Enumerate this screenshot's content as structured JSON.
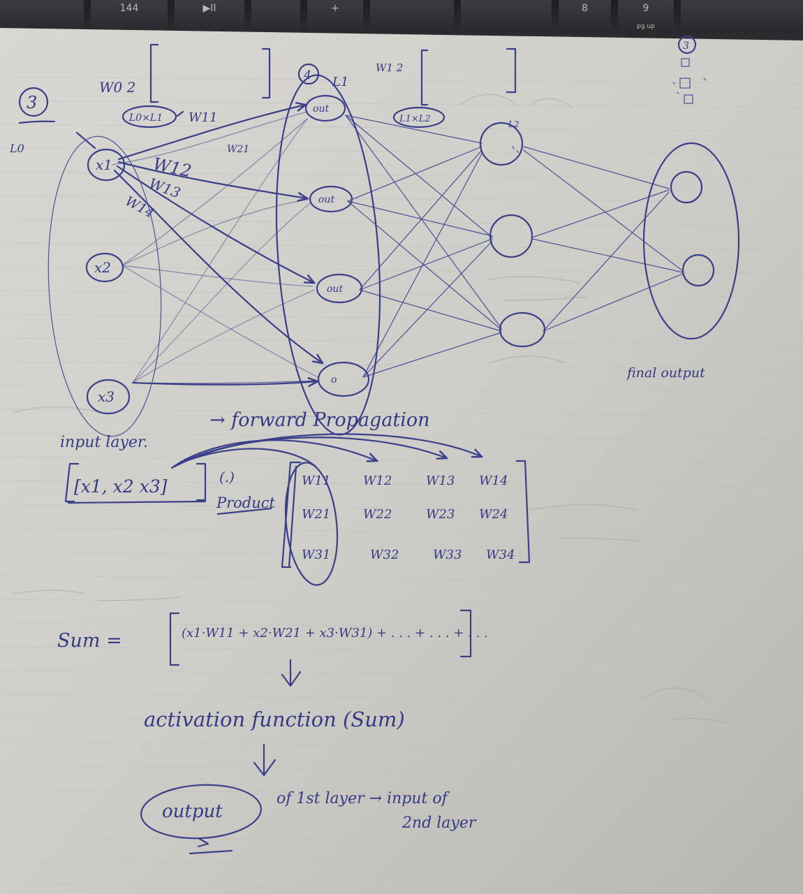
{
  "keyboard": {
    "keys": [
      "144",
      "▶II",
      "+",
      "8",
      "9"
    ],
    "pgup": "pg up"
  },
  "page": {
    "corner_mark": "3",
    "layer_label_l0": "L0",
    "w0_matrix_label": "W0 2",
    "w0_dims": "L0×L1",
    "w11_label": "W11",
    "layer4_mark": "4",
    "l1_label": "L1",
    "w12_matrix_label": "W1 2",
    "w12_dims": "L1×L2",
    "l2_label": "L2",
    "top_right_mark": "3",
    "w21_label": "W21"
  },
  "input_nodes": [
    {
      "label": "x1"
    },
    {
      "label": "x2"
    },
    {
      "label": "x3"
    }
  ],
  "edge_labels": [
    "W12",
    "W13",
    "W14"
  ],
  "hidden_nodes": [
    {
      "label": "out"
    },
    {
      "label": "out"
    },
    {
      "label": "out"
    },
    {
      "label": "o"
    }
  ],
  "captions": {
    "input_layer": "input layer.",
    "forward_propagation": "→ forward Propagation",
    "final_output": "final output"
  },
  "product": {
    "input_vector": "[x1, x2 x3]",
    "dot_symbol": "(.)",
    "dot_word": "Product",
    "weight_rows": [
      [
        "W11",
        "W12",
        "W13",
        "W14"
      ],
      [
        "W21",
        "W22",
        "W23",
        "W24"
      ],
      [
        "W31",
        "W32",
        "W33",
        "W34"
      ]
    ]
  },
  "formula": {
    "sum_label": "Sum =",
    "sum_expr": "(x1·W11 + x2·W21 + x3·W31) + . . . + . . . + . . .",
    "activation": "activation function (Sum)",
    "output_word": "output",
    "output_text_1": "of 1st layer → input of",
    "output_text_2": "2nd layer"
  }
}
